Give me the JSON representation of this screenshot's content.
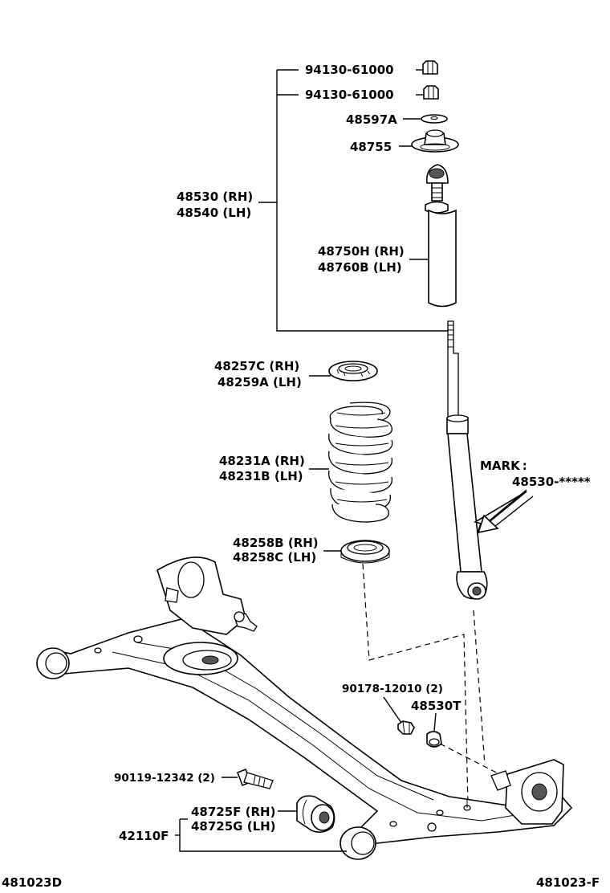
{
  "labels": {
    "nut_upper": "94130-61000",
    "nut_lower": "94130-61000",
    "washer": "48597A",
    "support": "48755",
    "absorber_rh": "48530 (RH)",
    "absorber_lh": "48540 (LH)",
    "bumper_rh": "48750H (RH)",
    "bumper_lh": "48760B (LH)",
    "upper_insulator_rh": "48257C (RH)",
    "upper_insulator_lh": "48259A (LH)",
    "spring_rh": "48231A (RH)",
    "spring_lh": "48231B (LH)",
    "mark_label": "MARK :",
    "mark_value": "48530-*****",
    "lower_insulator_rh": "48258B (RH)",
    "lower_insulator_lh": "48258C (LH)",
    "nut_bolt": "90178-12010 (2)",
    "cushion": "48530T",
    "bolt": "90119-12342 (2)",
    "bushing_rh": "48725F (RH)",
    "bushing_lh": "48725G (LH)",
    "axle_beam": "42110F",
    "footer_left": "481023D",
    "footer_right": "481023-F"
  }
}
